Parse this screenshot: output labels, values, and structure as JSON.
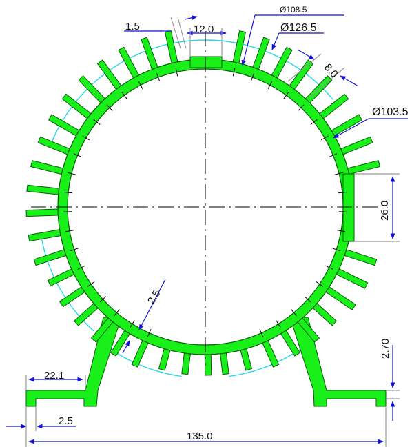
{
  "drawing": {
    "colors": {
      "profile_fill": "#19f019",
      "profile_stroke": "#0a5a0a",
      "dimension_line": "#1212d8",
      "extension_line": "#9a9a9a",
      "construction_arc": "#22d8e8",
      "centerline": "#000000",
      "text": "#111111"
    },
    "dimensions": {
      "fin_thickness": "1.5",
      "top_flat_width": "12.0",
      "diameter_small": "Ø108.5",
      "diameter_outer": "Ø126.5",
      "fin_pitch": "8.0",
      "diameter_inner": "Ø103.5",
      "side_flat_height": "26.0",
      "wall_thickness": "2.5",
      "foot_thickness": "2.70",
      "foot_width": "22.1",
      "foot_offset": "2.5",
      "overall_width": "135.0"
    }
  }
}
